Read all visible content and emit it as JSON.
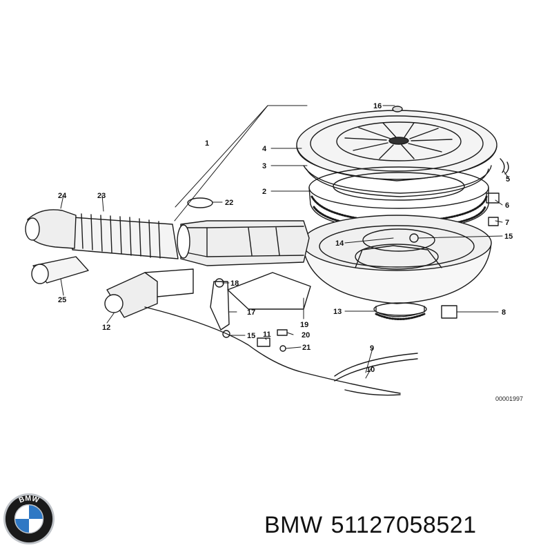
{
  "diagram": {
    "callouts": [
      {
        "id": "1",
        "label": "1"
      },
      {
        "id": "2",
        "label": "2"
      },
      {
        "id": "3",
        "label": "3"
      },
      {
        "id": "4",
        "label": "4"
      },
      {
        "id": "5",
        "label": "5"
      },
      {
        "id": "6",
        "label": "6"
      },
      {
        "id": "7",
        "label": "7"
      },
      {
        "id": "8",
        "label": "8"
      },
      {
        "id": "9",
        "label": "9"
      },
      {
        "id": "10",
        "label": "10"
      },
      {
        "id": "11",
        "label": "11"
      },
      {
        "id": "12",
        "label": "12"
      },
      {
        "id": "13",
        "label": "13"
      },
      {
        "id": "14",
        "label": "14"
      },
      {
        "id": "15a",
        "label": "15"
      },
      {
        "id": "15b",
        "label": "15"
      },
      {
        "id": "16",
        "label": "16"
      },
      {
        "id": "17",
        "label": "17"
      },
      {
        "id": "18",
        "label": "18"
      },
      {
        "id": "19",
        "label": "19"
      },
      {
        "id": "20",
        "label": "20"
      },
      {
        "id": "21",
        "label": "21"
      },
      {
        "id": "22",
        "label": "22"
      },
      {
        "id": "23",
        "label": "23"
      },
      {
        "id": "24",
        "label": "24"
      },
      {
        "id": "25",
        "label": "25"
      }
    ],
    "reference_code": "00001997"
  },
  "caption": {
    "brand": "BMW",
    "part_number": "51127058521"
  },
  "logo": {
    "colors": {
      "outer": "#1a1a1a",
      "blue": "#2f78c4",
      "white": "#ffffff",
      "silver": "#bfc3c8"
    }
  }
}
